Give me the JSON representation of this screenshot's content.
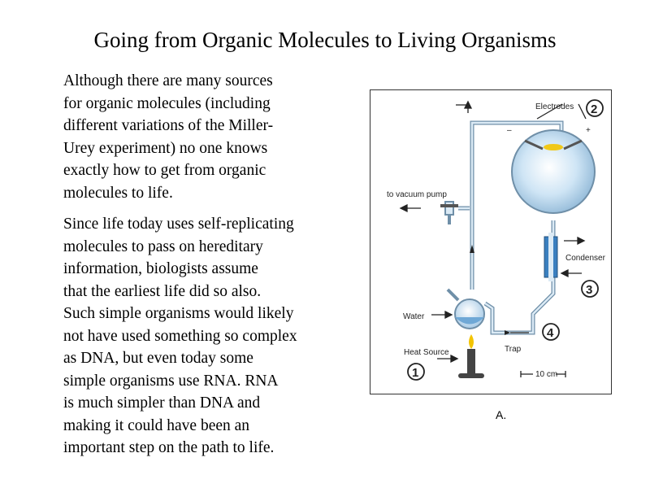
{
  "slide": {
    "title": "Going from Organic Molecules to Living Organisms",
    "paragraph1": "Although there are many sources\nfor organic molecules (including\ndifferent variations of the Miller-\nUrey experiment) no one knows\nexactly how to get from organic\nmolecules to life.",
    "paragraph2": "Since life today uses self-replicating\nmolecules to pass on hereditary\ninformation, biologists assume\nthat the earliest life did so also.\nSuch simple organisms would likely\nnot have used something so complex\nas DNA, but even today some\nsimple organisms use RNA.  RNA\nis much simpler than DNA and\nmaking it could have been an\nimportant step on the path to life."
  },
  "diagram": {
    "labels": {
      "electrodes": "Electrodes",
      "vacuum": "to vacuum pump",
      "condenser": "Condenser",
      "water": "Water",
      "heat_source": "Heat Source",
      "trap": "Trap",
      "scale": "10 cm",
      "minus": "–",
      "plus": "+"
    },
    "numbers": {
      "n1": "1",
      "n2": "2",
      "n3": "3",
      "n4": "4"
    },
    "caption": "A.",
    "colors": {
      "glass": "#bcd9ee",
      "glass_outline": "#6f8fa8",
      "condenser": "#3a7fbf",
      "flame": "#f3c400"
    }
  }
}
